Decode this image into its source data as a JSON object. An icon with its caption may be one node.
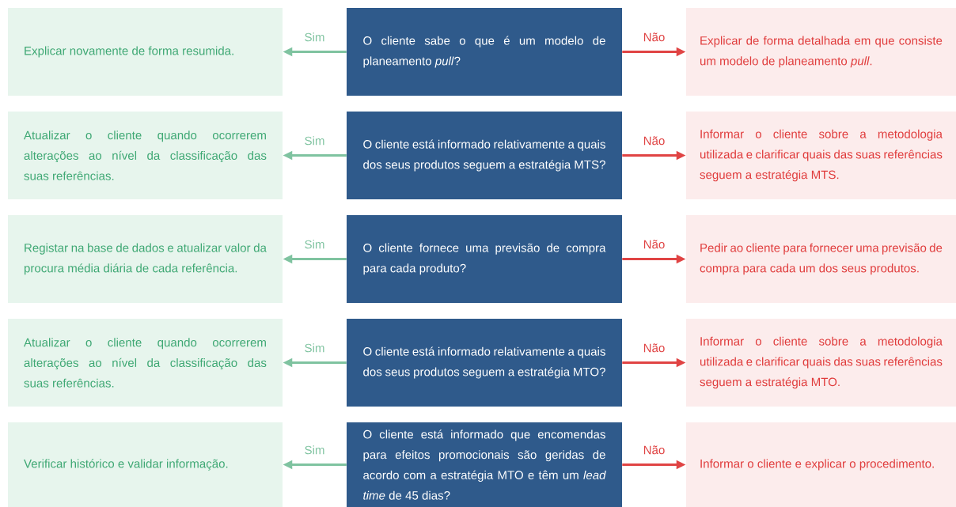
{
  "diagram": {
    "nodes": [
      {
        "text": [
          "Explicar novamente de forma resumida."
        ]
      },
      {
        "text": [
          "O cliente sabe o que é um modelo de planeamento *pull*?"
        ]
      },
      {
        "text": [
          "Explicar de forma detalhada em que consiste um modelo de planeamento *pull*."
        ]
      },
      {
        "text": [
          "Atualizar o cliente quando ocorrerem alterações ao nível da classificação das suas referências."
        ]
      },
      {
        "text": [
          "O cliente está informado relativamente a quais dos seus produtos seguem a estratégia MTS?"
        ]
      },
      {
        "text": [
          "Informar o cliente sobre a metodologia utilizada e clarificar quais das suas referências seguem a estratégia MTS."
        ]
      },
      {
        "text": [
          "Registar na base de dados e atualizar valor da procura média diária de cada referência."
        ]
      },
      {
        "text": [
          "O cliente fornece uma previsão de compra para cada produto?"
        ]
      },
      {
        "text": [
          "Pedir ao cliente para fornecer uma previsão de compra para cada um dos seus produtos."
        ]
      },
      {
        "text": [
          "Atualizar o cliente quando ocorrerem alterações ao nível da classificação das suas referências."
        ]
      },
      {
        "text": [
          "O cliente está informado relativamente a quais dos seus produtos seguem a estratégia MTO?"
        ]
      },
      {
        "text": [
          "Informar o cliente sobre a metodologia utilizada e clarificar quais das suas referências seguem a estratégia MTO."
        ]
      },
      {
        "text": [
          "Verificar histórico e validar informação."
        ]
      },
      {
        "text": [
          "O cliente está informado que encomendas para efeitos promocionais são geridas de acordo com a estratégia MTO e têm um *lead time* de 45 dias?"
        ]
      },
      {
        "text": [
          "Informar o cliente e explicar o procedimento."
        ]
      }
    ],
    "edges": [
      {
        "from": 1,
        "to": 0,
        "arrow": "to",
        "label": "Sim",
        "color": "#7fc3a0"
      },
      {
        "from": 1,
        "to": 2,
        "arrow": "to",
        "label": "Não",
        "color": "#e04444"
      },
      {
        "from": 4,
        "to": 3,
        "arrow": "to",
        "label": "Sim",
        "color": "#7fc3a0"
      },
      {
        "from": 4,
        "to": 5,
        "arrow": "to",
        "label": "Não",
        "color": "#e04444"
      },
      {
        "from": 7,
        "to": 6,
        "arrow": "to",
        "label": "Sim",
        "color": "#7fc3a0"
      },
      {
        "from": 7,
        "to": 8,
        "arrow": "to",
        "label": "Não",
        "color": "#e04444"
      },
      {
        "from": 10,
        "to": 9,
        "arrow": "to",
        "label": "Sim",
        "color": "#7fc3a0"
      },
      {
        "from": 10,
        "to": 11,
        "arrow": "to",
        "label": "Não",
        "color": "#e04444"
      },
      {
        "from": 13,
        "to": 12,
        "arrow": "to",
        "label": "Sim",
        "color": "#7fc3a0"
      },
      {
        "from": 13,
        "to": 14,
        "arrow": "to",
        "label": "Não",
        "color": "#e04444"
      }
    ]
  }
}
